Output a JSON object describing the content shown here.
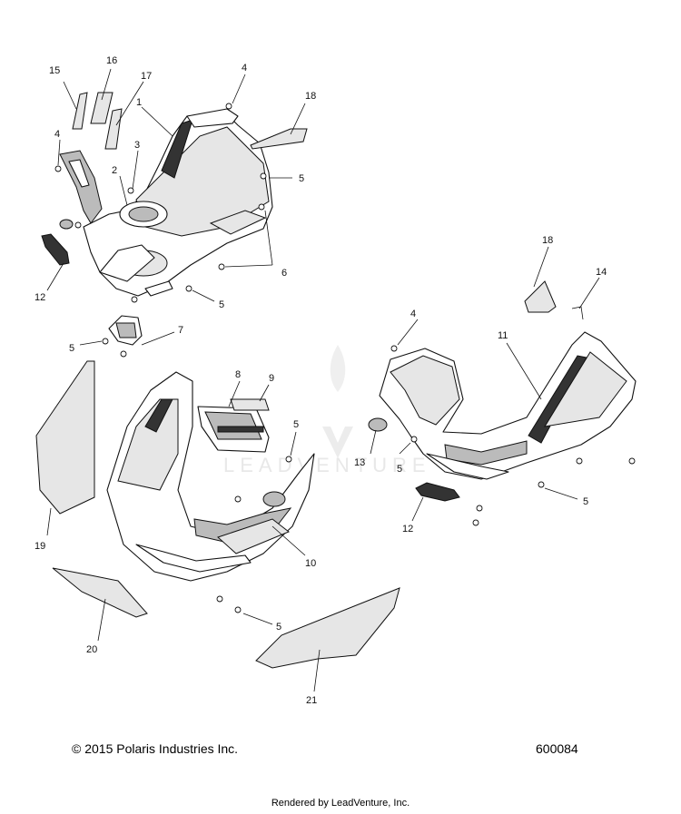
{
  "footer": {
    "copyright": "© 2015 Polaris Industries Inc.",
    "figure_number": "600084",
    "rendered_by": "Rendered by LeadVenture, Inc."
  },
  "watermark": {
    "text": "LEADVENTURE",
    "color": "#e8e8e8"
  },
  "callouts": {
    "c1": "1",
    "c2": "2",
    "c3": "3",
    "c4a": "4",
    "c4b": "4",
    "c4c": "4",
    "c5a": "5",
    "c5b": "5",
    "c5c": "5",
    "c5d": "5",
    "c5e": "5",
    "c5f": "5",
    "c5g": "5",
    "c6": "6",
    "c7": "7",
    "c8": "8",
    "c9": "9",
    "c10": "10",
    "c11": "11",
    "c12a": "12",
    "c12b": "12",
    "c13": "13",
    "c14": "14",
    "c15": "15",
    "c16": "16",
    "c17": "17",
    "c18a": "18",
    "c18b": "18",
    "c19": "19",
    "c20": "20",
    "c21": "21"
  }
}
